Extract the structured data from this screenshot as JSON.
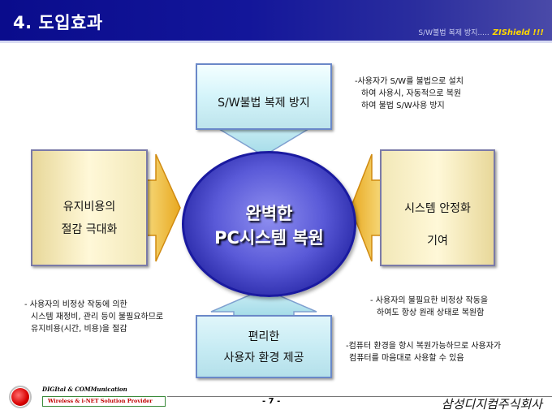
{
  "header": {
    "title": "4. 도입효과",
    "subtitle": "S/W불법 복제 방지.....",
    "brand": "ZIShield !!!"
  },
  "center": {
    "line1": "완벽한",
    "line2": "PC시스템 복원"
  },
  "boxes": {
    "top": "S/W불법 복제 방지",
    "left": [
      "유지비용의",
      "절감 극대화"
    ],
    "right": [
      "시스템 안정화",
      "기여"
    ],
    "bottom": [
      "편리한",
      "사용자 환경 제공"
    ]
  },
  "notes": {
    "top_right": [
      "-사용자가 S/W를 불법으로 설치",
      "하여 사용시, 자동적으로 복원",
      "하여 불법 S/W사용 방지"
    ],
    "left": [
      "- 사용자의 비정상 작동에 의한",
      "시스템 재정비, 관리 등이 불필요하므로",
      "유지비용(시간, 비용)을 절감"
    ],
    "right": [
      "- 사용자의 불필요한 비정상 작동을",
      "하여도 항상 원래 상태로 복원함"
    ],
    "bottom_right": [
      "-컴퓨터 환경을 항시 복원가능하므로 사용자가",
      "컴퓨터를 마음대로 사용할 수 있음"
    ]
  },
  "footer": {
    "digital": "DIGItal & COMMunication",
    "tagline": "Wireless & i-NET Solution Provider",
    "page": "- 7 -",
    "company": "삼성디지컴주식회사"
  },
  "colors": {
    "header": "#0a0c8c",
    "ellipse": "#2727a6",
    "arrow_blue": "#b8e4ee",
    "arrow_gold": "#f0c040",
    "brand": "#ffd800"
  }
}
